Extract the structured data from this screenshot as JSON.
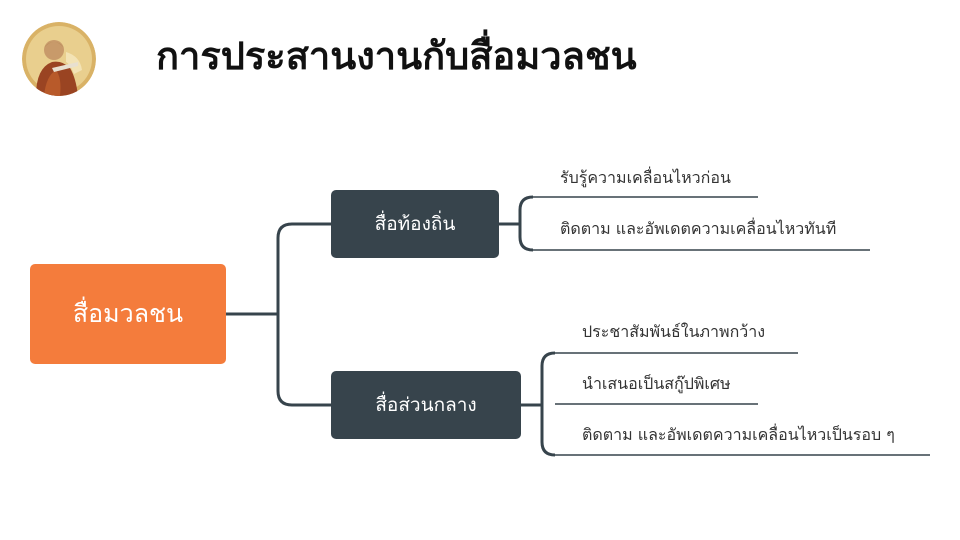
{
  "header": {
    "title": "การประสานงานกับสื่อมวลชน",
    "logo_icon": "monk-portrait-icon"
  },
  "mindmap": {
    "root": {
      "label": "สื่อมวลชน"
    },
    "branches": [
      {
        "label": "สื่อท้องถิ่น",
        "leaves": [
          "รับรู้ความเคลื่อนไหวก่อน",
          "ติดตาม และอัพเดตความเคลื่อนไหวทันที"
        ]
      },
      {
        "label": "สื่อส่วนกลาง",
        "leaves": [
          "ประชาสัมพันธ์ในภาพกว้าง",
          "นำเสนอเป็นสกู๊ปพิเศษ",
          "ติดตาม และอัพเดตความเคลื่อนไหวเป็นรอบ ๆ"
        ]
      }
    ]
  },
  "colors": {
    "root_fill": "#f47c3c",
    "branch_fill": "#37444c",
    "line": "#37444c",
    "leaf_underline": "#37444c"
  }
}
